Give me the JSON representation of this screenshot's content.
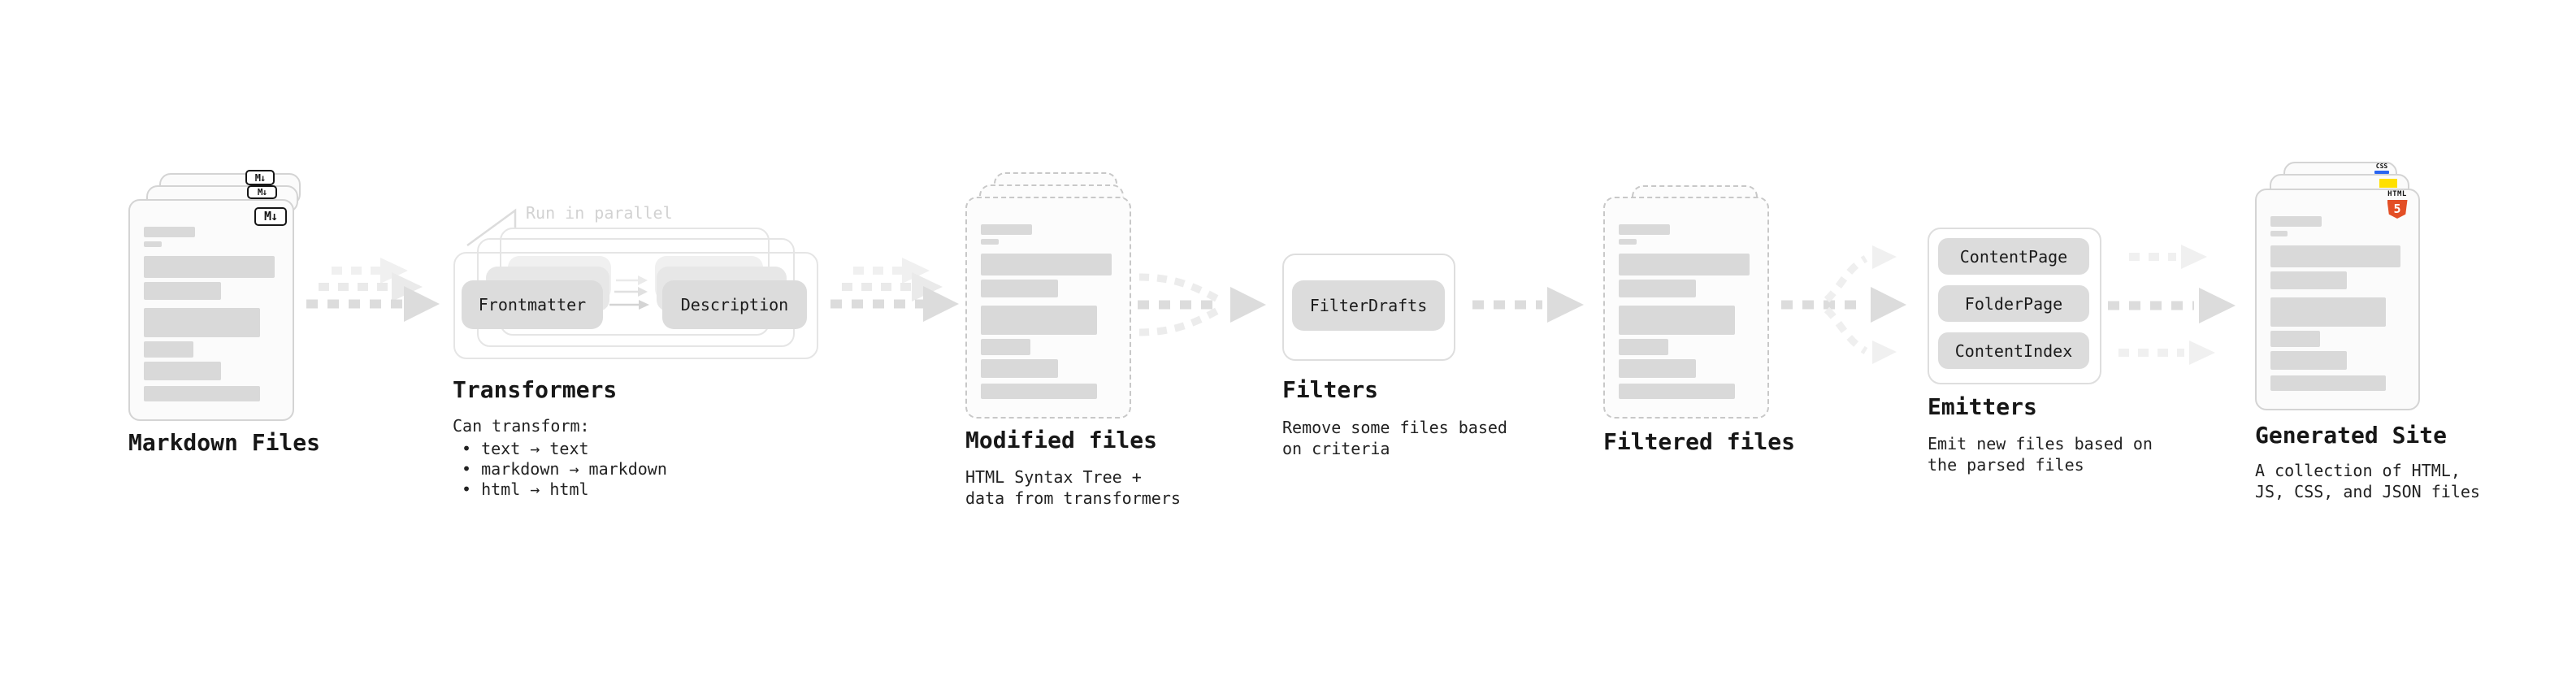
{
  "pipeline": {
    "markdown_files": {
      "label": "Markdown Files",
      "badge": "M↓"
    },
    "transformers": {
      "callout": "Run in parallel",
      "pills": [
        "Frontmatter",
        "Description"
      ],
      "label": "Transformers",
      "note_title": "Can transform:",
      "bullets": [
        "• text → text",
        "• markdown → markdown",
        "• html → html"
      ]
    },
    "modified_files": {
      "label": "Modified files",
      "note_lines": [
        "HTML Syntax Tree +",
        "data from transformers"
      ]
    },
    "filters": {
      "pill": "FilterDrafts",
      "label": "Filters",
      "note_lines": [
        "Remove some files based",
        "on criteria"
      ]
    },
    "filtered_files": {
      "label": "Filtered files"
    },
    "emitters": {
      "pills": [
        "ContentPage",
        "FolderPage",
        "ContentIndex"
      ],
      "label": "Emitters",
      "note_lines": [
        "Emit new files based on",
        "the parsed files"
      ]
    },
    "generated_site": {
      "label": "Generated Site",
      "note_lines": [
        "A collection of HTML,",
        "JS, CSS, and JSON files"
      ],
      "badges": {
        "css_label": "CSS",
        "html_label": "HTML",
        "html_number": "5"
      }
    },
    "colors": {
      "html5_orange": "#e34f26",
      "js_yellow": "#ffe000",
      "css_blue": "#2965f1"
    }
  }
}
